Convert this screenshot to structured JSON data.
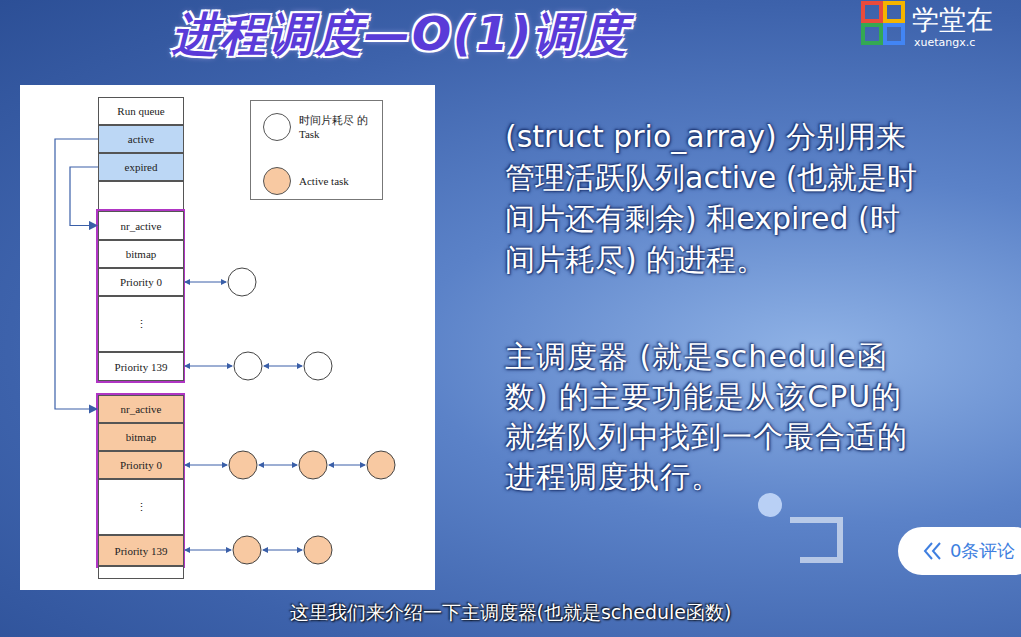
{
  "diagram": {
    "title": "进程调度—O(1)调度",
    "nodes": [
      {
        "text": [
          "Run queue"
        ]
      },
      {
        "text": [
          "active"
        ]
      },
      {
        "text": [
          "expired"
        ]
      },
      {
        "text": [
          "nr_active"
        ]
      },
      {
        "text": [
          "bitmap"
        ]
      },
      {
        "text": [
          "Priority 0"
        ]
      },
      {
        "text": [
          "⋮"
        ]
      },
      {
        "text": [
          "Priority 139"
        ]
      },
      {
        "text": [
          "nr_active"
        ]
      },
      {
        "text": [
          "bitmap"
        ]
      },
      {
        "text": [
          "Priority 0"
        ]
      },
      {
        "text": [
          "⋮"
        ]
      },
      {
        "text": [
          "Priority 139"
        ]
      }
    ],
    "edges": [
      {
        "from": 1,
        "to": 8,
        "arrow": "to"
      },
      {
        "from": 2,
        "to": 3,
        "arrow": "to"
      }
    ],
    "labels": [
      "学堂在",
      "xuetangx.c",
      "(struct prio_array) 分别用来管理活跃队列active (也就是时间片还有剩余) 和expired (时间片耗尽) 的进程。",
      "主调度器 (就是schedule函数) 的主要功能是从该CPU的就绪队列中找到一个最合适的进程调度执行。",
      "这里我们来介绍一下主调度器(也就是schedule函数)",
      "0条评论"
    ],
    "legend": [
      {
        "text": "时间片耗尽 的Task",
        "color": "#ffffff"
      },
      {
        "text": "Active task",
        "color": "#f8c9a2"
      }
    ]
  }
}
